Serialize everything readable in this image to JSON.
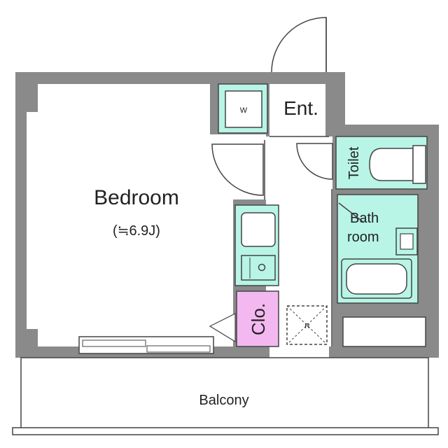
{
  "rooms": {
    "bedroom": "Bedroom",
    "bedroom_size": "(≒6.9J)",
    "entrance": "Ent.",
    "washer": "W",
    "toilet": "Toilet",
    "bath_line1": "Bath",
    "bath_line2": "room",
    "closet": "Clo.",
    "refrigerator": "R",
    "balcony": "Balcony"
  },
  "colors": {
    "wall": "#8a8a8a",
    "fixture": "#b8f5e6",
    "closet": "#f4b8f0",
    "line": "#444444",
    "floor": "#ffffff"
  }
}
